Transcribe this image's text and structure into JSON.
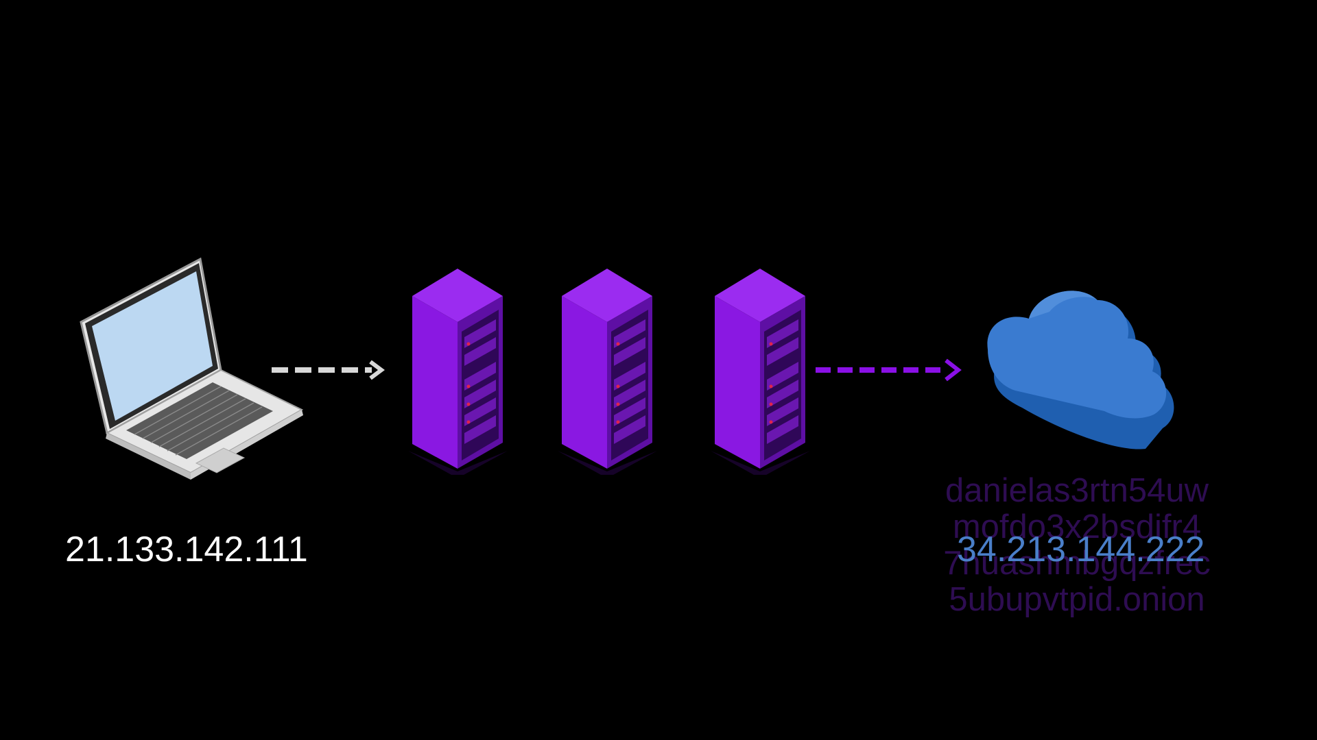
{
  "diagram": {
    "client": {
      "icon": "laptop-icon",
      "ip_label": "21.133.142.111"
    },
    "relays": [
      {
        "icon": "server-rack-icon"
      },
      {
        "icon": "server-rack-icon"
      },
      {
        "icon": "server-rack-icon"
      }
    ],
    "destination": {
      "icon": "cloud-icon",
      "onion_address_lines": [
        "danielas3rtn54uw",
        "mofdo3x2bsdifr4",
        "7huashmbgqzfrec",
        "5ubupvtpid.onion"
      ],
      "ip_label": "34.213.144.222"
    },
    "colors": {
      "background": "#000000",
      "server_purple": "#8a1fe0",
      "purple_arrow": "#8a10e6",
      "white_arrow": "#d8d8d8",
      "cloud_blue": "#3a7bd0",
      "onion_text": "#2e0d52",
      "cloud_ip_text": "#4a7fc9"
    }
  }
}
